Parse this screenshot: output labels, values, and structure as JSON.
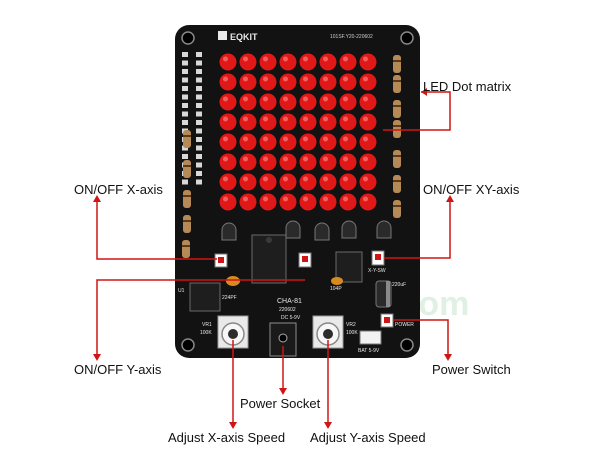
{
  "labels": {
    "led_matrix": "LED Dot matrix",
    "onoff_x": "ON/OFF X-axis",
    "onoff_xy": "ON/OFF XY-axis",
    "onoff_y": "ON/OFF Y-axis",
    "power_switch": "Power Switch",
    "power_socket": "Power Socket",
    "adjust_x": "Adjust X-axis Speed",
    "adjust_y": "Adjust Y-axis Speed"
  },
  "board": {
    "brand": "EQKIT",
    "model": "CHA-81",
    "date": "220602",
    "serial": "101SF.Y20-220602",
    "dc_label": "DC 5-9V",
    "bat_label": "BAT 5-9V",
    "power_label": "POWER",
    "vr1_label": "VR1",
    "vr2_label": "VR2",
    "pot_value": "100K",
    "cap_label": "220uF",
    "cap2_label": "224PF",
    "cap3_label": "104P",
    "chip_label": "U1",
    "xy_label": "X-Y-SW"
  },
  "watermark": ".com",
  "colors": {
    "pcb": "#121212",
    "led": "#e01818",
    "annotation_line": "#d01515",
    "silkscreen": "#e8e8e8",
    "pot_body": "#eaeaea"
  }
}
